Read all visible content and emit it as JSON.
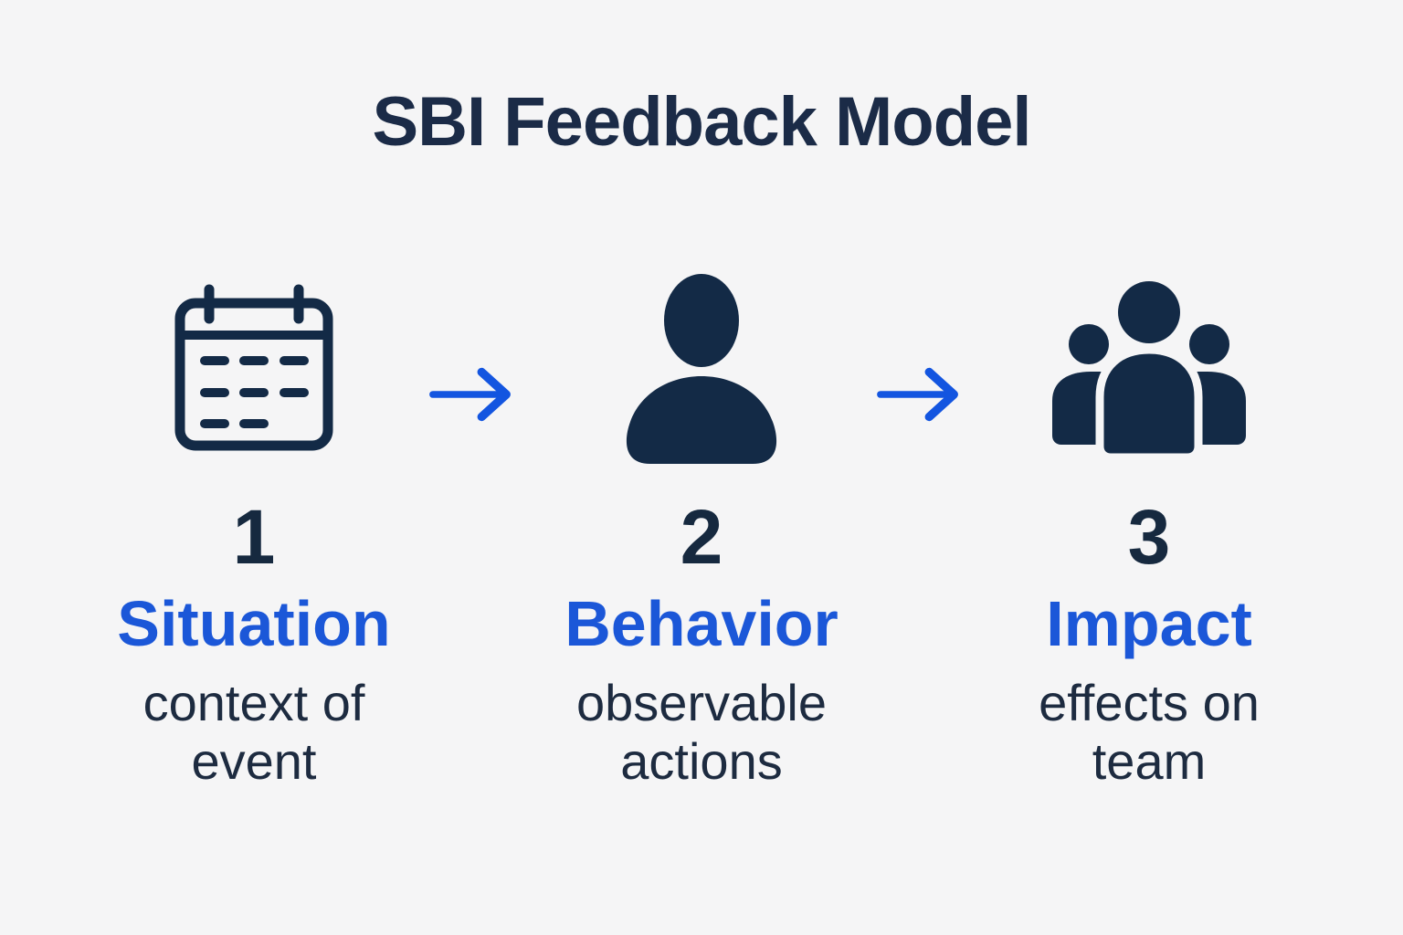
{
  "title": "SBI Feedback Model",
  "steps": [
    {
      "number": "1",
      "label": "Situation",
      "description": "context of event",
      "icon": "calendar-icon"
    },
    {
      "number": "2",
      "label": "Behavior",
      "description": "observable actions",
      "icon": "person-icon"
    },
    {
      "number": "3",
      "label": "Impact",
      "description": "effects on team",
      "icon": "team-icon"
    }
  ],
  "arrows": {
    "icon": "arrow-right-icon",
    "count": 2,
    "direction": "right"
  },
  "colors": {
    "background": "#f5f5f6",
    "dark_navy": "#16293f",
    "accent_blue": "#1b57d8",
    "arrow_blue": "#1355e0"
  }
}
